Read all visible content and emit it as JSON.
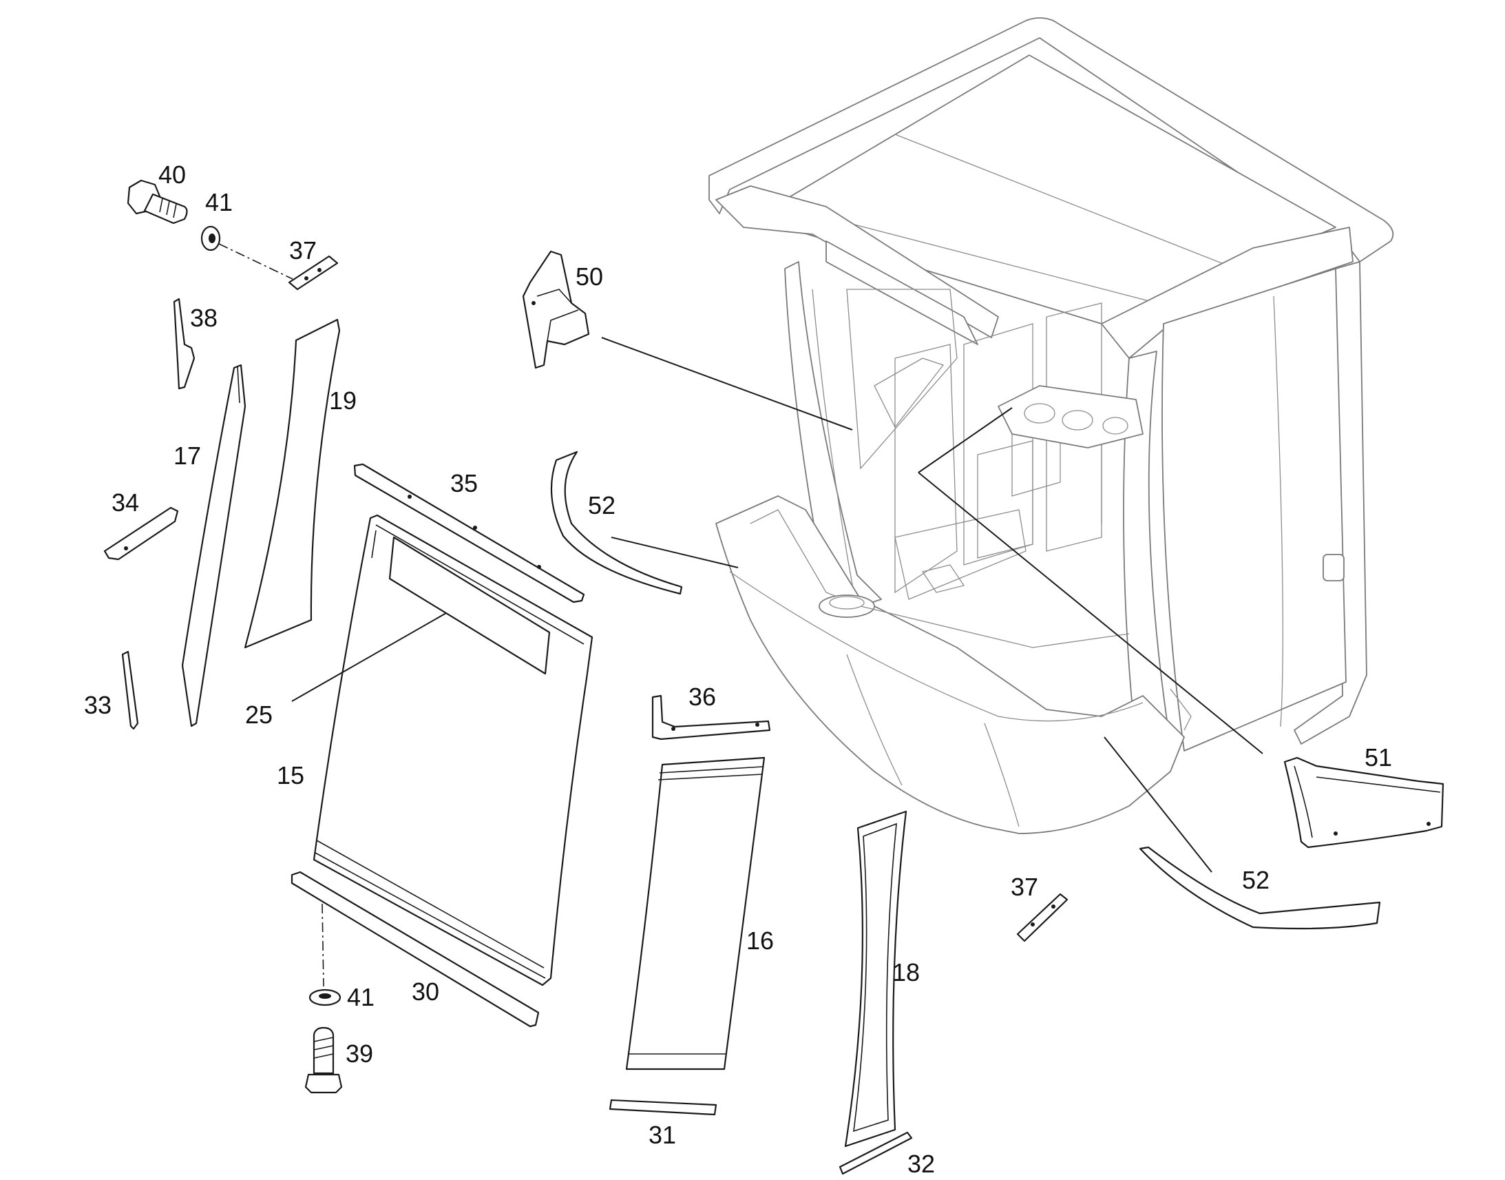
{
  "callouts": {
    "c40": "40",
    "c41_top": "41",
    "c37_top": "37",
    "c38": "38",
    "c50": "50",
    "c19": "19",
    "c17": "17",
    "c35": "35",
    "c52_top": "52",
    "c34": "34",
    "c33": "33",
    "c25": "25",
    "c15": "15",
    "c36": "36",
    "c51": "51",
    "c52_bottom": "52",
    "c37_bottom": "37",
    "c16": "16",
    "c18": "18",
    "c30": "30",
    "c41_bottom": "41",
    "c39": "39",
    "c31": "31",
    "c32": "32"
  }
}
